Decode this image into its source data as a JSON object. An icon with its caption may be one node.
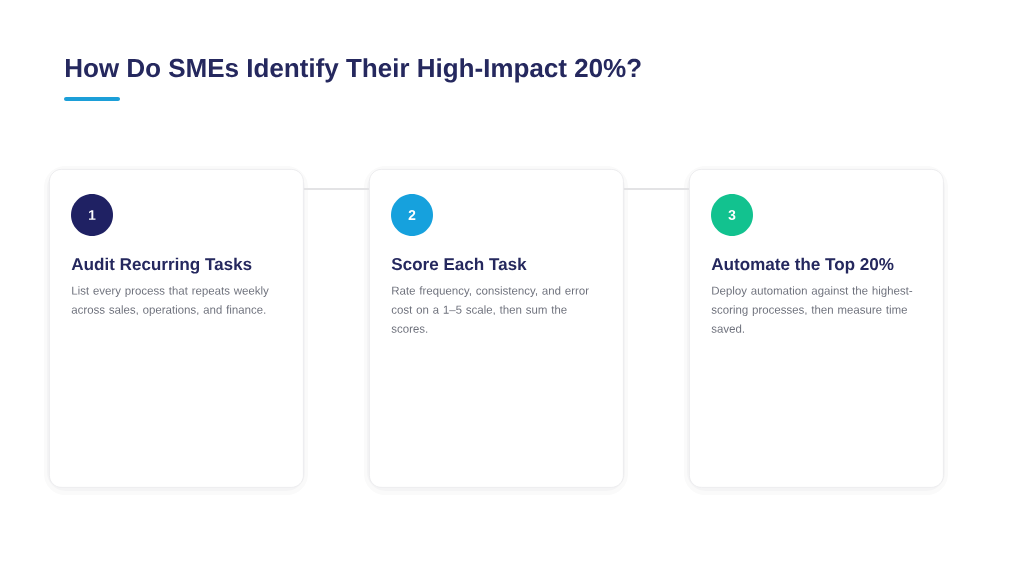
{
  "diagram": {
    "title": "How Do SMEs Identify Their High-Impact 20%?",
    "nodes": [
      {
        "text": [
          "Audit Recurring Tasks",
          "List every process that repeats weekly across sales, operations, and finance."
        ]
      },
      {
        "text": [
          "1"
        ],
        "in": 0
      },
      {
        "text": [
          "Score Each Task",
          "Rate frequency, consistency, and error cost on a 1–5 scale, then sum the scores."
        ]
      },
      {
        "text": [
          "2"
        ],
        "in": 2
      },
      {
        "text": [
          "Automate the Top 20%",
          "Deploy automation against the highest-scoring processes, then measure time saved."
        ]
      },
      {
        "text": [
          "3"
        ],
        "in": 4
      }
    ],
    "edges": [
      {
        "from": 0,
        "to": 2,
        "arrow": "none"
      },
      {
        "from": 2,
        "to": 4,
        "arrow": "none"
      }
    ]
  }
}
